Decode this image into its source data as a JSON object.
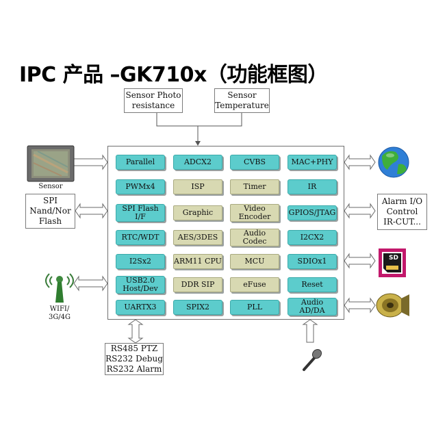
{
  "title": "IPC 产品 –GK710x（功能框图）",
  "top_inputs": {
    "photo": "Sensor Photo\nresistance",
    "temp": "Sensor\nTemperature"
  },
  "left": {
    "sensor_label": "Sensor",
    "flash_box": "SPI\nNand/Nor\nFlash",
    "wifi_label": "WIFI/\n3G/4G"
  },
  "right": {
    "alarm_box": "Alarm I/O\nControl\nIR-CUT...",
    "sd_text": "SD"
  },
  "bottom": {
    "serial_box": "RS485 PTZ\nRS232 Debug\nRS232 Alarm"
  },
  "blocks": {
    "parallel": "Parallel",
    "adcx2": "ADCX2",
    "cvbs": "CVBS",
    "macphy": "MAC+PHY",
    "pwmx4": "PWMx4",
    "isp": "ISP",
    "timer": "Timer",
    "ir": "IR",
    "spiflash": "SPI Flash\nI/F",
    "graphic": "Graphic",
    "videoenc": "Video\nEncoder",
    "gpios": "GPIOS/JTAG",
    "rtcwdt": "RTC/WDT",
    "aes": "AES/3DES",
    "audiocodec": "Audio\nCodec",
    "i2cx2": "I2CX2",
    "i2sx2": "I2Sx2",
    "arm": "ARM11 CPU",
    "mcu": "MCU",
    "sdio": "SDIOx1",
    "usb": "USB2.0\nHost/Dev",
    "ddr": "DDR SIP",
    "efuse": "eFuse",
    "reset": "Reset",
    "uart": "UARTX3",
    "spix2": "SPIX2",
    "pll": "PLL",
    "audioad": "Audio\nAD/DA"
  }
}
